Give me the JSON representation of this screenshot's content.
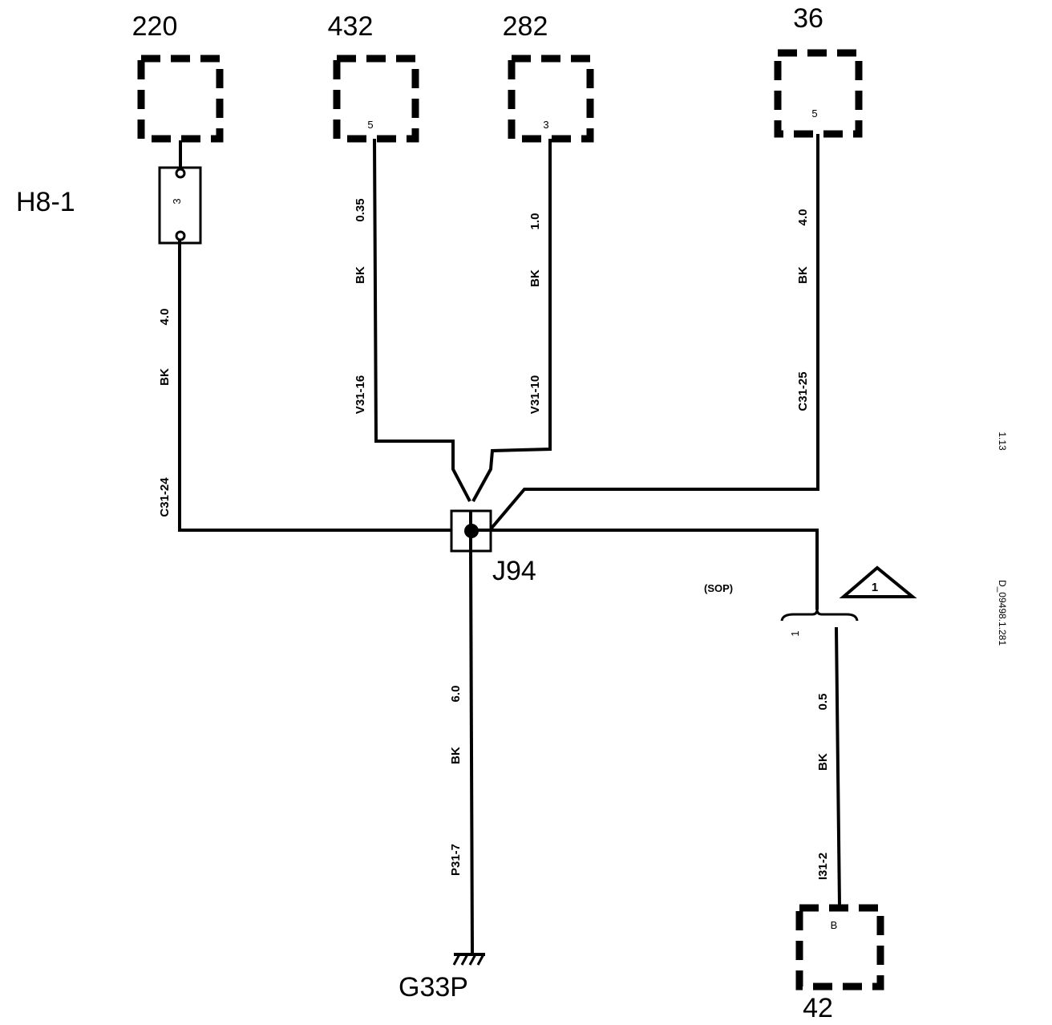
{
  "connectors": {
    "c220": {
      "number": "220"
    },
    "c432": {
      "number": "432",
      "pin": "5"
    },
    "c282": {
      "number": "282",
      "pin": "3"
    },
    "c36": {
      "number": "36",
      "pin": "5"
    },
    "c42": {
      "number": "42",
      "pin": "B"
    }
  },
  "fuse": {
    "label": "H8-1",
    "pin": "3"
  },
  "wires": {
    "w1": {
      "size": "4.0",
      "color": "BK",
      "circuit": "C31-24"
    },
    "w2": {
      "size": "0.35",
      "color": "BK",
      "circuit": "V31-16"
    },
    "w3": {
      "size": "1.0",
      "color": "BK",
      "circuit": "V31-10"
    },
    "w4": {
      "size": "4.0",
      "color": "BK",
      "circuit": "C31-25"
    },
    "w5": {
      "size": "6.0",
      "color": "BK",
      "circuit": "P31-7"
    },
    "w6": {
      "size": "0.5",
      "color": "BK",
      "circuit": "I31-2"
    }
  },
  "splice": {
    "label": "J94"
  },
  "ground": {
    "label": "G33P"
  },
  "option": {
    "label": "(SOP)",
    "note_number": "1",
    "pin": "1"
  },
  "side_text": {
    "page": "1.13",
    "doc_id": "D_09498.1.281"
  }
}
